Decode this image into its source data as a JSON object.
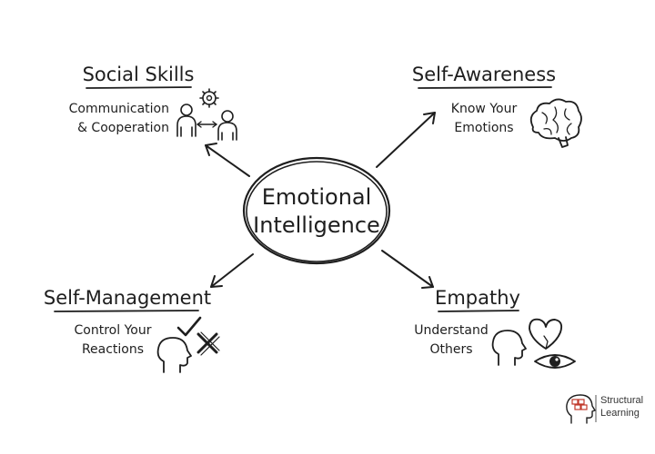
{
  "center": {
    "line1": "Emotional",
    "line2": "Intelligence"
  },
  "branches": {
    "social_skills": {
      "title": "Social Skills",
      "line1": "Communication",
      "line2": "& Cooperation"
    },
    "self_awareness": {
      "title": "Self-Awareness",
      "line1": "Know Your",
      "line2": "Emotions"
    },
    "self_management": {
      "title": "Self-Management",
      "line1": "Control Your",
      "line2": "Reactions"
    },
    "empathy": {
      "title": "Empathy",
      "line1": "Understand",
      "line2": "Others"
    }
  },
  "brand": {
    "line1": "Structural",
    "line2": "Learning"
  },
  "icons": [
    "people-gear-icon",
    "brain-icon",
    "check-cross-icon",
    "head-icon",
    "heart-icon",
    "eye-icon",
    "brand-logo-icon"
  ]
}
